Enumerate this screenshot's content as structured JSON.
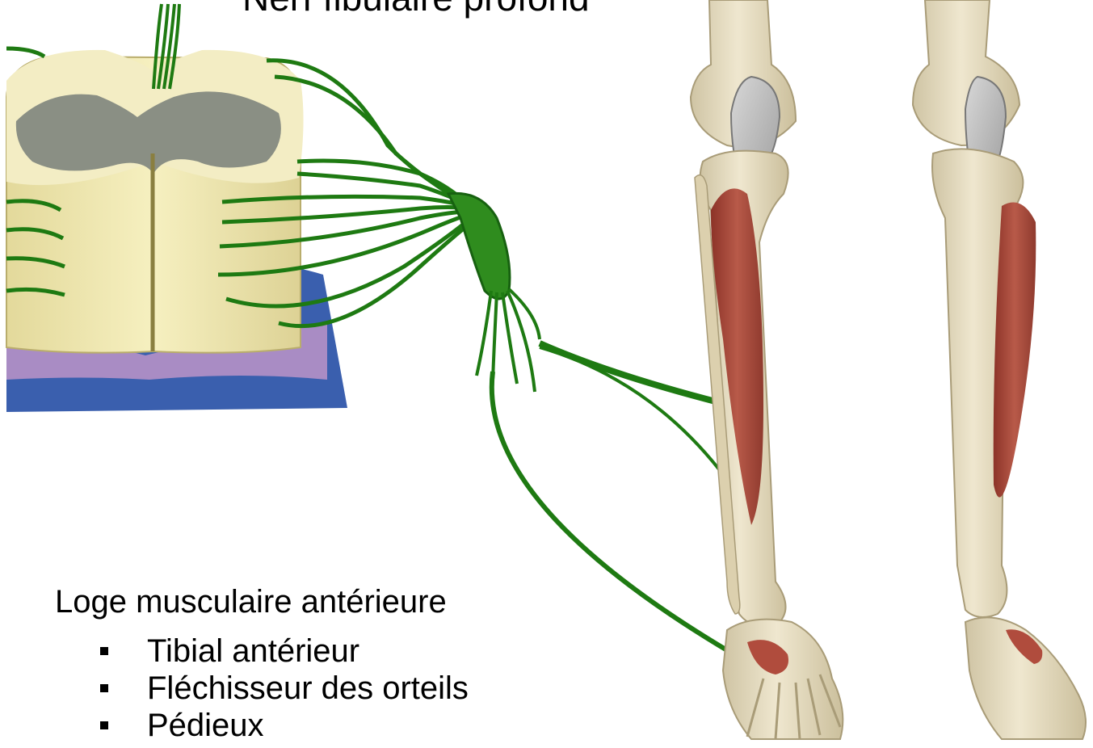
{
  "title": "Nerf fibulaire profond",
  "compartment": {
    "heading": "Loge musculaire antérieure",
    "muscles": [
      {
        "label": "Tibial antérieur"
      },
      {
        "label": "Fléchisseur des orteils"
      },
      {
        "label": "Pédieux"
      }
    ]
  },
  "colors": {
    "nerve": "#1e7a12",
    "bone": "#e6dcc0",
    "muscle": "#a84a3c",
    "spinal_white_matter": "#f2ecb6",
    "spinal_gray_matter": "#8a8f84",
    "dura_purple": "#a98cc4",
    "dura_blue": "#3a5fae"
  }
}
